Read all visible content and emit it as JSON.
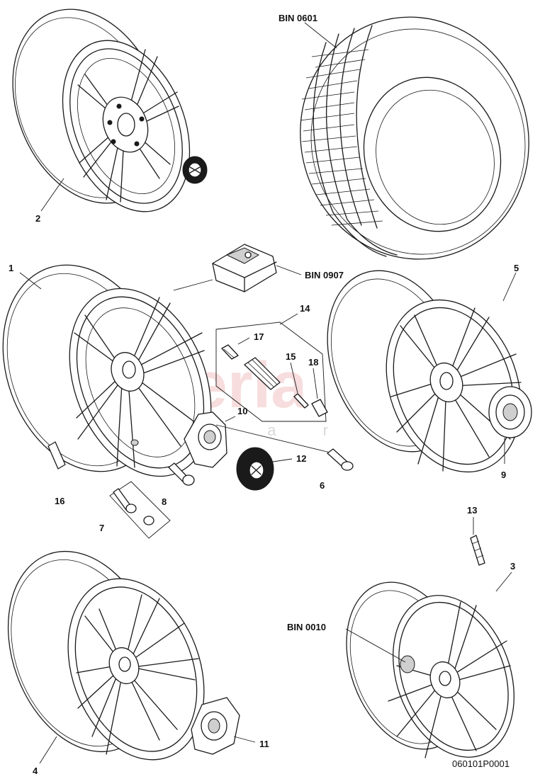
{
  "callouts": {
    "bin_0601": "BIN 0601",
    "bin_0907": "BIN 0907",
    "bin_0010": "BIN 0010",
    "p1": "1",
    "p2": "2",
    "p3": "3",
    "p4": "4",
    "p5": "5",
    "p6": "6",
    "p7": "7",
    "p8": "8",
    "p9": "9",
    "p10": "10",
    "p11": "11",
    "p12": "12",
    "p13": "13",
    "p14": "14",
    "p15": "15",
    "p16": "16",
    "p17": "17",
    "p18": "18"
  },
  "watermark": {
    "main": "scuderia",
    "sub": "c a r p a r t s"
  },
  "drawing_code": "060101P0001"
}
